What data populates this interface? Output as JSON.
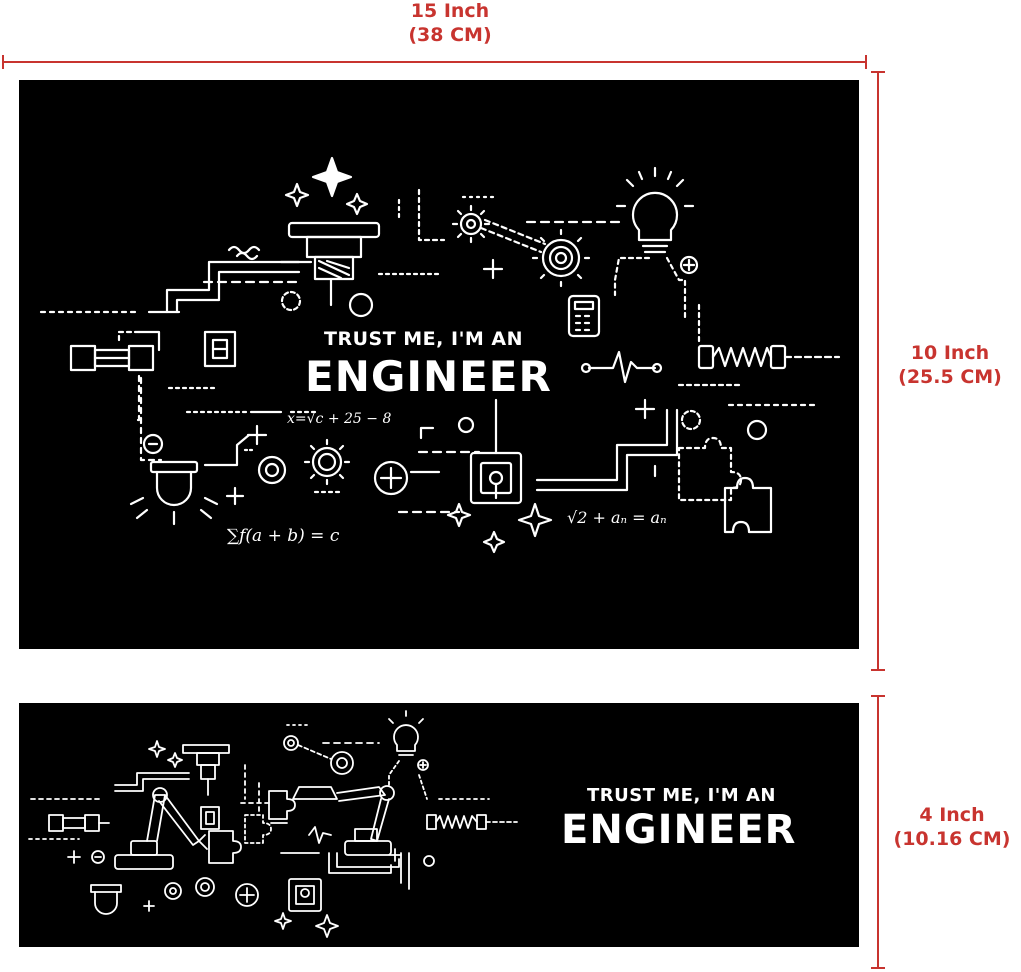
{
  "dimensions": {
    "width_label": "15 Inch",
    "width_metric": "(38 CM)",
    "large_height_label": "10 Inch",
    "large_height_metric": "(25.5 CM)",
    "small_height_label": "4 Inch",
    "small_height_metric": "(10.16 CM)"
  },
  "large_design": {
    "slogan_top": "TRUST ME, I'M AN",
    "slogan_bottom": "ENGINEER",
    "formula_root": "x=√c + 25 − 8",
    "formula_sum": "∑f(a + b) = c",
    "formula_seq": "√2 + aₙ = aₙ"
  },
  "small_design": {
    "slogan_top": "TRUST ME, I'M AN",
    "slogan_bottom": "ENGINEER"
  },
  "colors": {
    "dimension_red": "#c8342f",
    "panel": "#000000",
    "ink": "#ffffff"
  },
  "icons": [
    "lightbulb-icon",
    "gear-icon",
    "calculator-icon",
    "spring-icon",
    "fuse-icon",
    "switch-icon",
    "puzzle-icon",
    "sparkle-icon",
    "robot-arm-icon",
    "crane-icon"
  ]
}
